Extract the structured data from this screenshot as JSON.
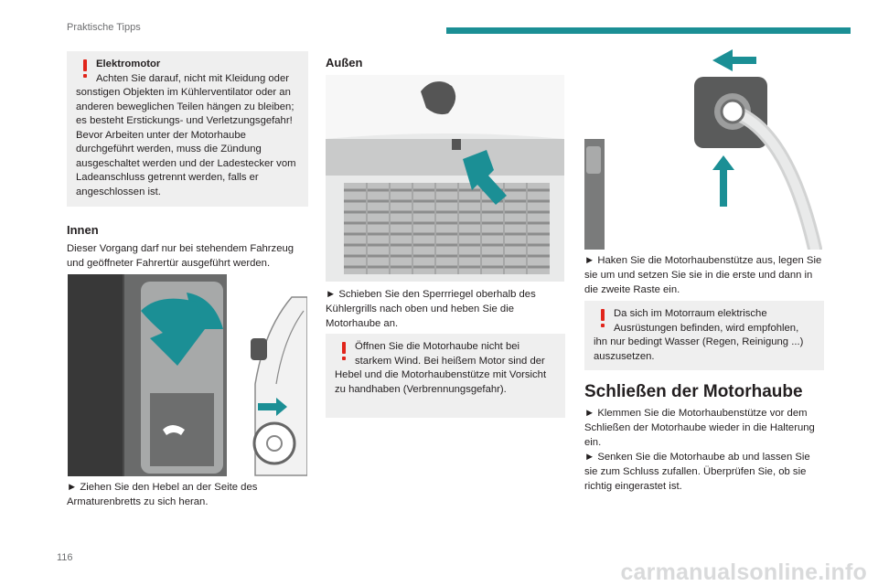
{
  "header": {
    "title": "Praktische Tipps"
  },
  "page_number": "116",
  "watermark": "carmanualsonline.info",
  "colors": {
    "accent": "#1b8f95",
    "warning": "#e1251b",
    "box_bg": "#efefef"
  },
  "col1": {
    "warning_title": "Elektromotor",
    "warning_text": "Achten Sie darauf, nicht mit Kleidung oder sonstigen Objekten im Kühlerventilator oder an anderen beweglichen Teilen hängen zu bleiben; es besteht Erstickungs- und Verletzungsgefahr! Bevor Arbeiten unter der Motorhaube durchgeführt werden, muss die Zündung ausgeschaltet werden und der Ladestecker vom Ladeanschluss getrennt werden, falls er angeschlossen ist.",
    "heading": "Innen",
    "intro": "Dieser Vorgang darf nur bei stehendem Fahrzeug und geöffneter Fahrertür ausgeführt werden.",
    "step": "► Ziehen Sie den Hebel an der Seite des Armaturenbretts zu sich heran."
  },
  "col2": {
    "heading": "Außen",
    "step": "► Schieben Sie den Sperrriegel oberhalb des Kühlergrills nach oben und heben Sie die Motorhaube an.",
    "warning_text": "Öffnen Sie die Motorhaube nicht bei starkem Wind. Bei heißem Motor sind der Hebel und die Motorhaubenstütze mit Vorsicht zu handhaben (Verbrennungsgefahr)."
  },
  "col3": {
    "step": "► Haken Sie die Motorhaubenstütze aus, legen Sie sie um und setzen Sie sie in die erste und dann in die zweite Raste ein.",
    "warning_text": "Da sich im Motorraum elektrische Ausrüstungen befinden, wird empfohlen, ihn nur bedingt Wasser (Regen, Reinigung ...) auszusetzen.",
    "heading": "Schließen der Motorhaube",
    "step2": "► Klemmen Sie die Motorhaubenstütze vor dem Schließen der Motorhaube wieder in die Halterung ein.",
    "step3": "► Senken Sie die Motorhaube ab und lassen Sie sie zum Schluss zufallen. Überprüfen Sie, ob sie richtig eingerastet ist."
  }
}
